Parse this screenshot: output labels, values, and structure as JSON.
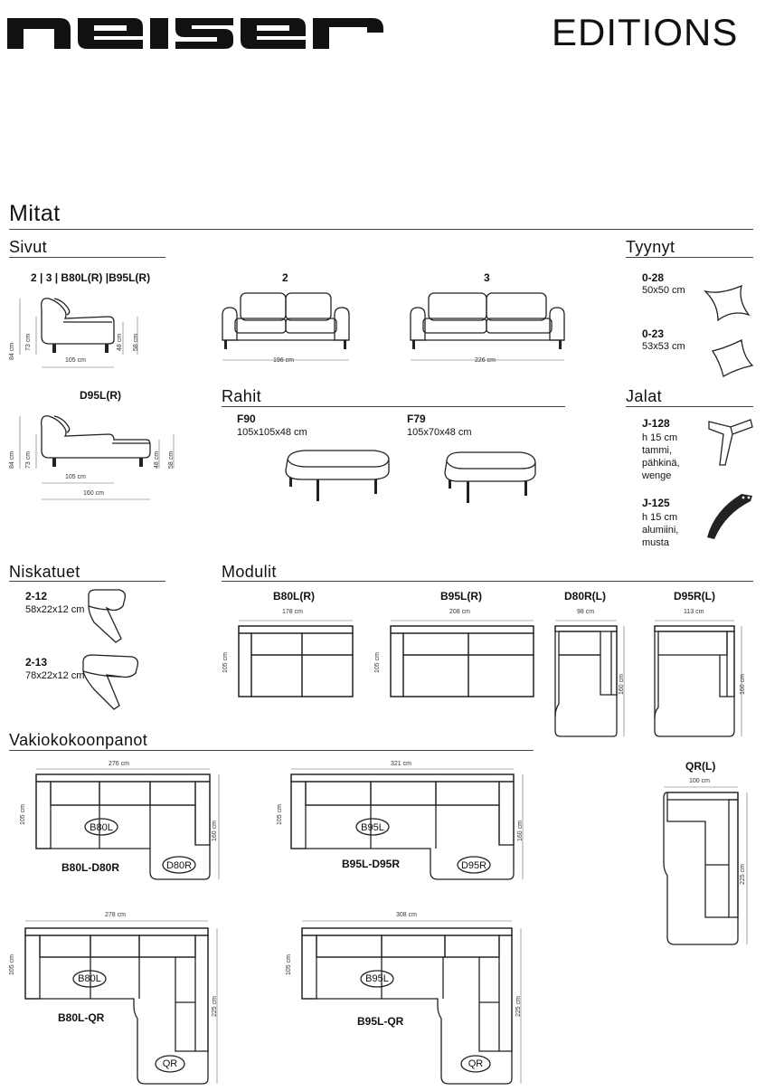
{
  "header": {
    "brand": "neiser",
    "editions": "EDITIONS"
  },
  "sections": {
    "mitat": "Mitat",
    "sivut": "Sivut",
    "tyynyt": "Tyynyt",
    "rahit": "Rahit",
    "jalat": "Jalat",
    "niskatuet": "Niskatuet",
    "modulit": "Modulit",
    "vakio": "Vakiokokoonpanot"
  },
  "sivut": {
    "side_title": "2 | 3 | B80L(R) |B95L(R)",
    "d95_title": "D95L(R)",
    "sofa2_title": "2",
    "sofa3_title": "3",
    "h84": "84 cm",
    "h73": "73 cm",
    "h48": "48 cm",
    "h58": "58 cm",
    "w105": "105 cm",
    "w160": "160 cm",
    "w196": "196 cm",
    "w226": "226 cm"
  },
  "tyynyt": [
    {
      "code": "0-28",
      "size": "50x50 cm"
    },
    {
      "code": "0-23",
      "size": "53x53 cm"
    }
  ],
  "rahit": [
    {
      "code": "F90",
      "size": "105x105x48 cm"
    },
    {
      "code": "F79",
      "size": "105x70x48 cm"
    }
  ],
  "jalat": [
    {
      "code": "J-128",
      "lines": [
        "h 15 cm",
        "tammi,",
        "pähkinä,",
        "wenge"
      ]
    },
    {
      "code": "J-125",
      "lines": [
        "h 15 cm",
        "alumiini,",
        "musta"
      ]
    }
  ],
  "niskatuet": [
    {
      "code": "2-12",
      "size": "58x22x12 cm"
    },
    {
      "code": "2-13",
      "size": "78x22x12 cm"
    }
  ],
  "modulit": [
    {
      "code": "B80L(R)",
      "w": "178 cm",
      "h": "105 cm"
    },
    {
      "code": "B95L(R)",
      "w": "208 cm",
      "h": "105 cm"
    },
    {
      "code": "D80R(L)",
      "w": "98 cm",
      "h": "160 cm"
    },
    {
      "code": "D95R(L)",
      "w": "113 cm",
      "h": "160 cm"
    }
  ],
  "vakio": {
    "c1": {
      "name": "B80L-D80R",
      "w": "276 cm",
      "h": "105 cm",
      "h2": "160 cm",
      "m1": "B80L",
      "m2": "D80R"
    },
    "c2": {
      "name": "B95L-D95R",
      "w": "321 cm",
      "h": "105 cm",
      "h2": "160 cm",
      "m1": "B95L",
      "m2": "D95R"
    },
    "c3": {
      "name": "B80L-QR",
      "w": "278 cm",
      "h": "105 cm",
      "h2": "225 cm",
      "m1": "B80L",
      "m2": "QR"
    },
    "c4": {
      "name": "B95L-QR",
      "w": "308 cm",
      "h": "105 cm",
      "h2": "225 cm",
      "m1": "B95L",
      "m2": "QR"
    },
    "qr": {
      "name": "QR(L)",
      "w": "100 cm",
      "h": "225 cm"
    }
  }
}
